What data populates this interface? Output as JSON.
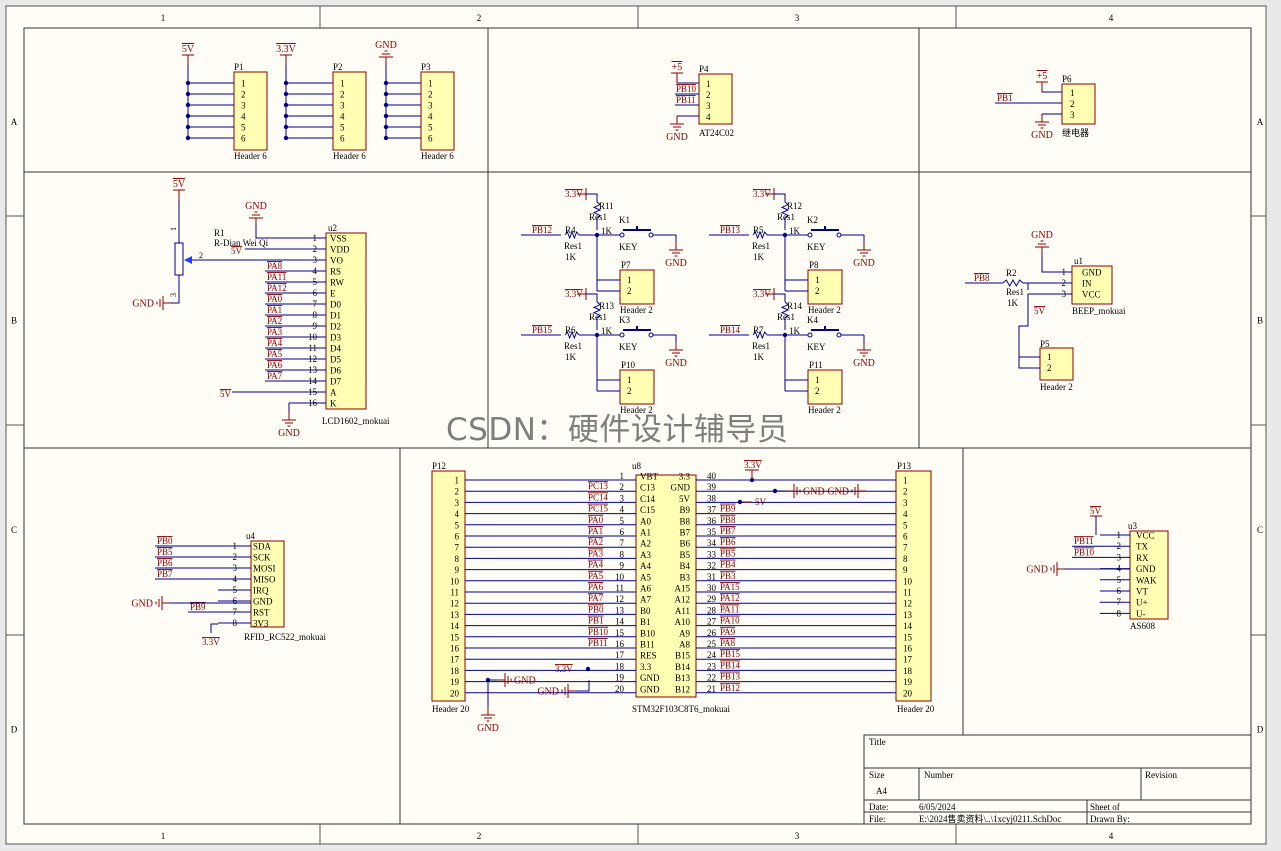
{
  "colors": {
    "wire": "#00008b",
    "pin": "#000000",
    "body_fill": "#ffffb3",
    "body_stroke": "#8b0000",
    "net": "#8b0000",
    "label": "#00008b",
    "border": "#000000",
    "power": "#8b0000",
    "paper": "#fffdf6"
  },
  "border": {
    "cols": [
      "1",
      "2",
      "3",
      "4"
    ],
    "rows": [
      "A",
      "B",
      "C",
      "D"
    ]
  },
  "headers6": [
    {
      "ref": "P1",
      "name": "Header 6",
      "pins": [
        "1",
        "2",
        "3",
        "4",
        "5",
        "6"
      ],
      "net": "5V"
    },
    {
      "ref": "P2",
      "name": "Header 6",
      "pins": [
        "1",
        "2",
        "3",
        "4",
        "5",
        "6"
      ],
      "net": "3.3V"
    },
    {
      "ref": "P3",
      "name": "Header 6",
      "pins": [
        "1",
        "2",
        "3",
        "4",
        "5",
        "6"
      ],
      "net": "GND"
    }
  ],
  "p4": {
    "ref": "P4",
    "name": "AT24C02",
    "pins": [
      "1",
      "2",
      "3",
      "4"
    ],
    "nets": [
      "+5",
      "PB10",
      "PB11",
      "GND"
    ]
  },
  "p6": {
    "ref": "P6",
    "name": "继电器",
    "pins": [
      "1",
      "2",
      "3"
    ],
    "nets": [
      "+5",
      "PB1",
      "GND"
    ]
  },
  "lcd": {
    "ref": "u2",
    "name": "LCD1602_mokuai",
    "pins": [
      {
        "n": "1",
        "f": "VSS",
        "net": ""
      },
      {
        "n": "2",
        "f": "VDD",
        "net": ""
      },
      {
        "n": "3",
        "f": "VO",
        "net": ""
      },
      {
        "n": "4",
        "f": "RS",
        "net": "PA8"
      },
      {
        "n": "5",
        "f": "RW",
        "net": "PA11"
      },
      {
        "n": "6",
        "f": "E",
        "net": "PA12"
      },
      {
        "n": "7",
        "f": "D0",
        "net": "PA0"
      },
      {
        "n": "8",
        "f": "D1",
        "net": "PA1"
      },
      {
        "n": "9",
        "f": "D2",
        "net": "PA2"
      },
      {
        "n": "10",
        "f": "D3",
        "net": "PA3"
      },
      {
        "n": "11",
        "f": "D4",
        "net": "PA4"
      },
      {
        "n": "12",
        "f": "D5",
        "net": "PA5"
      },
      {
        "n": "13",
        "f": "D6",
        "net": "PA6"
      },
      {
        "n": "14",
        "f": "D7",
        "net": "PA7"
      },
      {
        "n": "15",
        "f": "A",
        "net": ""
      },
      {
        "n": "16",
        "f": "K",
        "net": ""
      }
    ],
    "gnd_top": "GND",
    "vdd": "5V",
    "a_net": "5V",
    "k_net": "GND",
    "pot": {
      "ref": "R1",
      "name": "R-Dian Wei Qi",
      "top": "5V",
      "bottom": "GND",
      "p1": "1",
      "p2": "2",
      "p3": "3"
    }
  },
  "keys": [
    {
      "rref": "R11",
      "rname": "Res1",
      "rval": "1K",
      "kref": "K1",
      "kname": "KEY",
      "sref": "R4",
      "sname": "Res1",
      "sval": "1K",
      "net": "PB12",
      "pref": "P7",
      "pname": "Header 2",
      "vcc": "3.3V",
      "gnd": "GND"
    },
    {
      "rref": "R12",
      "rname": "Res1",
      "rval": "1K",
      "kref": "K2",
      "kname": "KEY",
      "sref": "R5",
      "sname": "Res1",
      "sval": "1K",
      "net": "PB13",
      "pref": "P8",
      "pname": "Header 2",
      "vcc": "3.3V",
      "gnd": "GND"
    },
    {
      "rref": "R13",
      "rname": "Res1",
      "rval": "1K",
      "kref": "K3",
      "kname": "KEY",
      "sref": "R6",
      "sname": "Res1",
      "sval": "1K",
      "net": "PB15",
      "pref": "P10",
      "pname": "Header 2",
      "vcc": "3.3V",
      "gnd": "GND"
    },
    {
      "rref": "R14",
      "rname": "Res1",
      "rval": "1K",
      "kref": "K4",
      "kname": "KEY",
      "sref": "R7",
      "sname": "Res1",
      "sval": "1K",
      "net": "PB14",
      "pref": "P11",
      "pname": "Header 2",
      "vcc": "3.3V",
      "gnd": "GND"
    }
  ],
  "header2_pins": [
    "1",
    "2"
  ],
  "beep": {
    "ref": "u1",
    "name": "BEEP_mokuai",
    "pins": [
      {
        "n": "1",
        "f": "GND"
      },
      {
        "n": "2",
        "f": "IN"
      },
      {
        "n": "3",
        "f": "VCC"
      }
    ],
    "rref": "R2",
    "rname": "Res1",
    "rval": "1K",
    "net": "PB8",
    "gnd": "GND",
    "vcc": "5V",
    "pref": "P5",
    "pname": "Header 2"
  },
  "rfid": {
    "ref": "u4",
    "name": "RFID_RC522_mokuai",
    "pins": [
      {
        "n": "1",
        "f": "SDA",
        "net": "PB0"
      },
      {
        "n": "2",
        "f": "SCK",
        "net": "PB5"
      },
      {
        "n": "3",
        "f": "MOSI",
        "net": "PB6"
      },
      {
        "n": "4",
        "f": "MISO",
        "net": "PB7"
      },
      {
        "n": "5",
        "f": "IRQ",
        "net": ""
      },
      {
        "n": "6",
        "f": "GND",
        "net": ""
      },
      {
        "n": "7",
        "f": "RST",
        "net": "PB9"
      },
      {
        "n": "8",
        "f": "3V3",
        "net": ""
      }
    ],
    "gnd": "GND",
    "vcc": "3.3V"
  },
  "mcu": {
    "ref": "u8",
    "name": "STM32F103C8T6_mokuai",
    "left": [
      {
        "n": "1",
        "f": "VBT",
        "net": ""
      },
      {
        "n": "2",
        "f": "C13",
        "net": "PC13"
      },
      {
        "n": "3",
        "f": "C14",
        "net": "PC14"
      },
      {
        "n": "4",
        "f": "C15",
        "net": "PC15"
      },
      {
        "n": "5",
        "f": "A0",
        "net": "PA0"
      },
      {
        "n": "6",
        "f": "A1",
        "net": "PA1"
      },
      {
        "n": "7",
        "f": "A2",
        "net": "PA2"
      },
      {
        "n": "8",
        "f": "A3",
        "net": "PA3"
      },
      {
        "n": "9",
        "f": "A4",
        "net": "PA4"
      },
      {
        "n": "10",
        "f": "A5",
        "net": "PA5"
      },
      {
        "n": "11",
        "f": "A6",
        "net": "PA6"
      },
      {
        "n": "12",
        "f": "A7",
        "net": "PA7"
      },
      {
        "n": "13",
        "f": "B0",
        "net": "PB0"
      },
      {
        "n": "14",
        "f": "B1",
        "net": "PB1"
      },
      {
        "n": "15",
        "f": "B10",
        "net": "PB10"
      },
      {
        "n": "16",
        "f": "B11",
        "net": "PB11"
      },
      {
        "n": "17",
        "f": "RES",
        "net": ""
      },
      {
        "n": "18",
        "f": "3.3",
        "net": "3.3V"
      },
      {
        "n": "19",
        "f": "GND",
        "net": ""
      },
      {
        "n": "20",
        "f": "GND",
        "net": "GND"
      }
    ],
    "right": [
      {
        "n": "40",
        "f": "3.3",
        "net": ""
      },
      {
        "n": "39",
        "f": "GND",
        "net": "GND"
      },
      {
        "n": "38",
        "f": "5V",
        "net": "5V"
      },
      {
        "n": "37",
        "f": "B9",
        "net": "PB9"
      },
      {
        "n": "36",
        "f": "B8",
        "net": "PB8"
      },
      {
        "n": "35",
        "f": "B7",
        "net": "PB7"
      },
      {
        "n": "34",
        "f": "B6",
        "net": "PB6"
      },
      {
        "n": "33",
        "f": "B5",
        "net": "PB5"
      },
      {
        "n": "32",
        "f": "B4",
        "net": "PB4"
      },
      {
        "n": "31",
        "f": "B3",
        "net": "PB3"
      },
      {
        "n": "30",
        "f": "A15",
        "net": "PA15"
      },
      {
        "n": "29",
        "f": "A12",
        "net": "PA12"
      },
      {
        "n": "28",
        "f": "A11",
        "net": "PA11"
      },
      {
        "n": "27",
        "f": "A10",
        "net": "PA10"
      },
      {
        "n": "26",
        "f": "A9",
        "net": "PA9"
      },
      {
        "n": "25",
        "f": "A8",
        "net": "PA8"
      },
      {
        "n": "24",
        "f": "B15",
        "net": "PB15"
      },
      {
        "n": "23",
        "f": "B14",
        "net": "PB14"
      },
      {
        "n": "22",
        "f": "B13",
        "net": "PB13"
      },
      {
        "n": "21",
        "f": "B12",
        "net": "PB12"
      }
    ],
    "top_net": "3.3V",
    "gnd_right": "GND",
    "gnd_left": "GND",
    "gnd_p12": "GND",
    "gnd_p12b": "GND"
  },
  "p12": {
    "ref": "P12",
    "name": "Header 20"
  },
  "p13": {
    "ref": "P13",
    "name": "Header 20"
  },
  "header20_pins": [
    "1",
    "2",
    "3",
    "4",
    "5",
    "6",
    "7",
    "8",
    "9",
    "10",
    "11",
    "12",
    "13",
    "14",
    "15",
    "16",
    "17",
    "18",
    "19",
    "20"
  ],
  "as608": {
    "ref": "u3",
    "name": "AS608",
    "pins": [
      {
        "n": "1",
        "f": "VCC",
        "net": ""
      },
      {
        "n": "2",
        "f": "TX",
        "net": "PB11"
      },
      {
        "n": "3",
        "f": "RX",
        "net": "PB10"
      },
      {
        "n": "4",
        "f": "GND",
        "net": ""
      },
      {
        "n": "5",
        "f": "WAK",
        "net": ""
      },
      {
        "n": "6",
        "f": "VT",
        "net": ""
      },
      {
        "n": "7",
        "f": "U+",
        "net": ""
      },
      {
        "n": "8",
        "f": "U-",
        "net": ""
      }
    ],
    "vcc": "5V",
    "gnd": "GND"
  },
  "title_block": {
    "title_label": "Title",
    "size_label": "Size",
    "size": "A4",
    "number_label": "Number",
    "revision_label": "Revision",
    "date_label": "Date:",
    "date": "6/05/2024",
    "sheet_label": "Sheet  of",
    "file_label": "File:",
    "file": "E:\\2024售卖资料\\..\\1xcyj0211.SchDoc",
    "drawn_label": "Drawn By:"
  },
  "watermark": "CSDN：硬件设计辅导员"
}
